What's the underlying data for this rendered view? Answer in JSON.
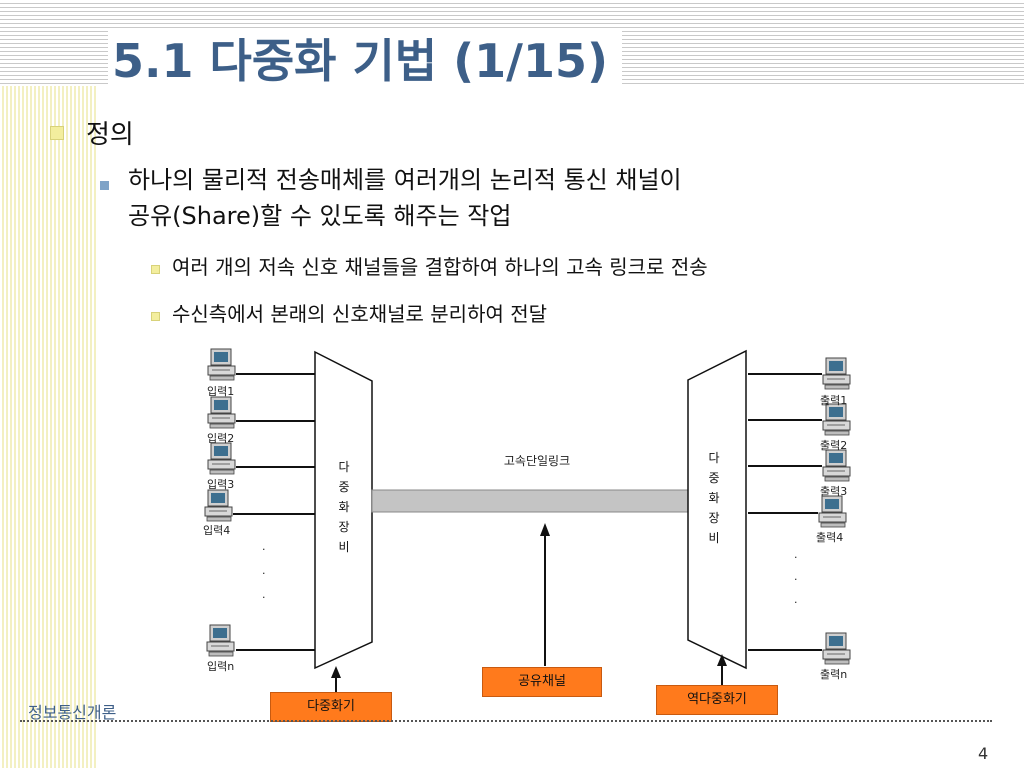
{
  "slide": {
    "title_num": "5.1",
    "title_text": "다중화 기법",
    "title_part": "(1/15)"
  },
  "bullets": {
    "l1": "정의",
    "l2_line1": "하나의 물리적 전송매체를 여러개의 논리적 통신 채널이",
    "l2_line2": "공유(Share)할 수 있도록 해주는 작업",
    "l3_a": "여러 개의 저속 신호 채널들을 결합하여 하나의 고속 링크로 전송",
    "l3_b": "수신측에서 본래의 신호채널로 분리하여 전달"
  },
  "diagram": {
    "inputs": [
      "입력1",
      "입력2",
      "입력3",
      "입력4",
      "입력n"
    ],
    "outputs": [
      "출력1",
      "출력2",
      "출력3",
      "출력4",
      "출력n"
    ],
    "mux_label": [
      "다",
      "중",
      "화",
      "장",
      "비"
    ],
    "demux_label": [
      "다",
      "중",
      "화",
      "장",
      "비"
    ],
    "link_label": "고속단일링크",
    "dot": ".",
    "mux_box": "다중화기",
    "shared_box": "공유채널",
    "demux_box": "역다중화기"
  },
  "footer": {
    "course": "정보통신개론",
    "page": "4"
  },
  "colors": {
    "title": "#3d5f88",
    "bullet_l1": "#f3ee9e",
    "bullet_l2": "#7fa3c7",
    "bullet_l3": "#f3ee9e",
    "box_orange": "#ff7a1c"
  }
}
